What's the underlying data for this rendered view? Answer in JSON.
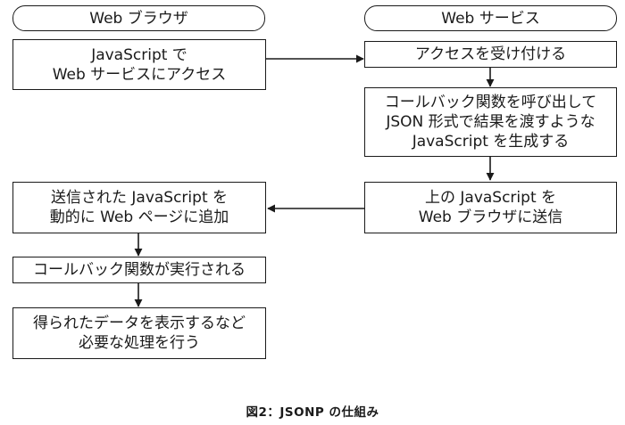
{
  "lanes": {
    "browser": "Web ブラウザ",
    "service": "Web サービス"
  },
  "steps": {
    "browser_access": [
      "JavaScript で",
      "Web サービスにアクセス"
    ],
    "receive_access": [
      "アクセスを受け付ける"
    ],
    "generate_script": [
      "コールバック関数を呼び出して",
      "JSON 形式で結果を渡すような",
      "JavaScript を生成する"
    ],
    "send_script": [
      "上の JavaScript を",
      "Web ブラウザに送信"
    ],
    "add_to_page": [
      "送信された JavaScript を",
      "動的に Web ページに追加"
    ],
    "execute_callback": [
      "コールバック関数が実行される"
    ],
    "process_data": [
      "得られたデータを表示するなど",
      "必要な処理を行う"
    ]
  },
  "caption": "図2：JSONP の仕組み"
}
